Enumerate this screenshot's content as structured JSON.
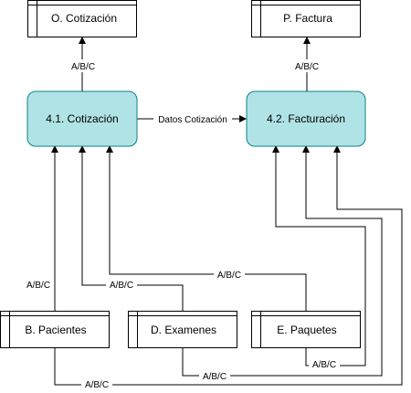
{
  "processes": {
    "cotizacion": "4.1. Cotización",
    "facturacion": "4.2. Facturación"
  },
  "stores": {
    "o_cotizacion": "O. Cotización",
    "p_factura": "P. Factura",
    "b_pacientes": "B. Pacientes",
    "d_examenes": "D. Examenes",
    "e_paquetes": "E. Paquetes"
  },
  "flows": {
    "cotizacion_to_o": "A/B/C",
    "facturacion_to_p": "A/B/C",
    "cotizacion_to_facturacion": "Datos Cotización",
    "pacientes_to_cotizacion": "A/B/C",
    "examenes_to_cotizacion": "A/B/C",
    "paquetes_to_cotizacion": "A/B/C",
    "paquetes_to_facturacion": "A/B/C",
    "examenes_to_facturacion": "A/B/C",
    "pacientes_to_facturacion": "A/B/C"
  },
  "colors": {
    "process_fill": "#b0e3e6",
    "process_stroke": "#0e8088",
    "line": "#000000"
  }
}
